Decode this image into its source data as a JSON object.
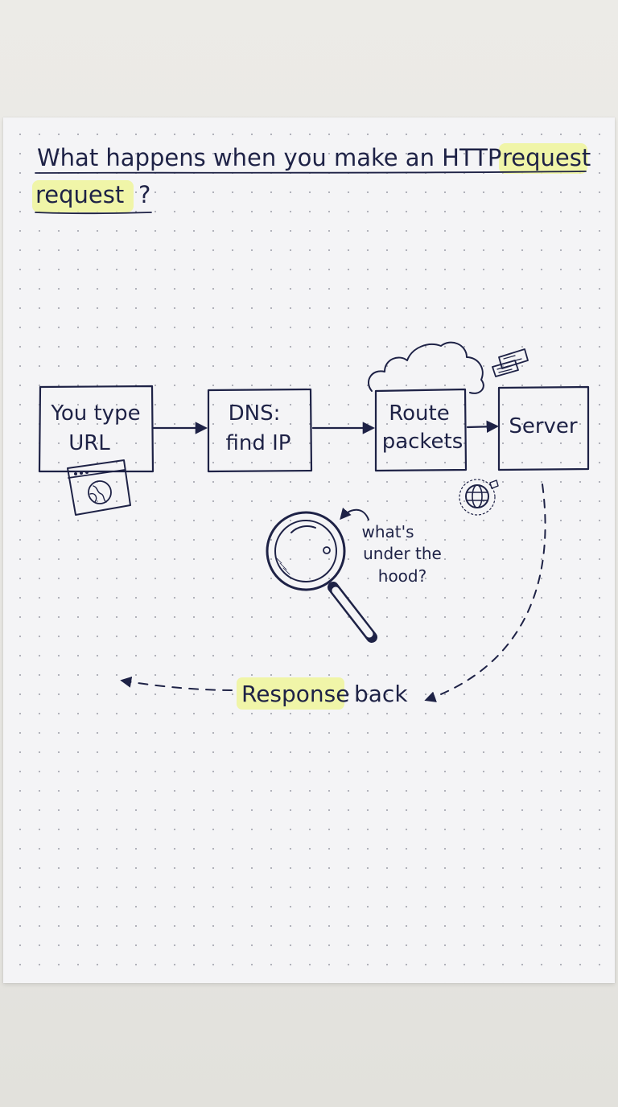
{
  "title": {
    "line1_text": "What happens when you make an HTTP",
    "line1_highlight": "request",
    "line2_highlight": "request",
    "line2_suffix": "?"
  },
  "steps": [
    {
      "line1": "You type",
      "line2": "URL"
    },
    {
      "line1": "DNS:",
      "line2": "find IP"
    },
    {
      "line1": "Route",
      "line2": "packets"
    },
    {
      "line1": "Server",
      "line2": ""
    }
  ],
  "note": {
    "line1": "what's",
    "line2": "under the",
    "line3": "hood?"
  },
  "response": {
    "highlight": "Response",
    "text": "back"
  },
  "colors": {
    "ink": "#1e2246",
    "highlighter": "#eef59a",
    "paper": "#f4f4f6"
  },
  "icons": [
    "browser-globe-icon",
    "cloud-icon",
    "packets-icon",
    "globe-icon",
    "magnifying-glass-icon"
  ]
}
